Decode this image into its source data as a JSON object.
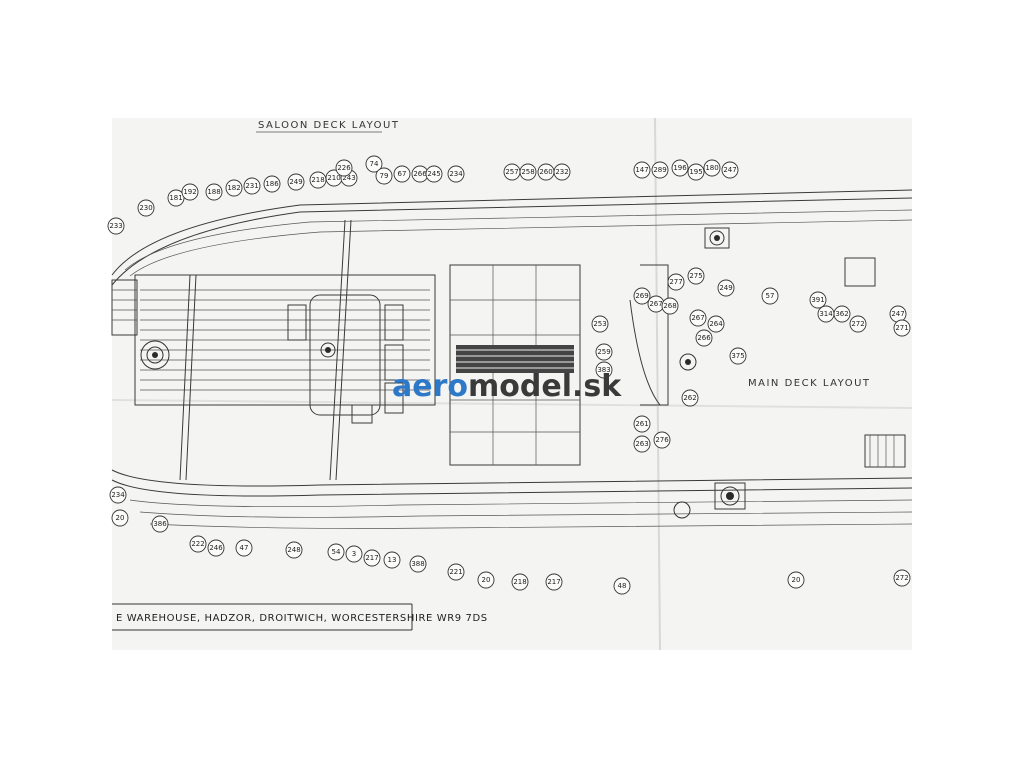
{
  "titles": {
    "saloon_deck": "SALOON DECK LAYOUT",
    "main_deck": "MAIN DECK LAYOUT"
  },
  "address": "E WAREHOUSE, HADZOR, DROITWICH, WORCESTERSHIRE WR9 7DS",
  "watermark": {
    "brand": "aero",
    "rest": "model.sk"
  },
  "colors": {
    "watermark_blue": "#2e78c8",
    "paper": "#f4f4f2",
    "ink": "#333333"
  },
  "callouts": [
    "230",
    "181",
    "192",
    "188",
    "182",
    "231",
    "186",
    "249",
    "218",
    "210",
    "74",
    "243",
    "79",
    "67",
    "266",
    "257",
    "258",
    "260",
    "233",
    "226",
    "234",
    "245",
    "232",
    "147",
    "196",
    "195",
    "180",
    "247",
    "289",
    "277",
    "275",
    "249",
    "57",
    "391",
    "269",
    "267",
    "268",
    "253",
    "259",
    "383",
    "267",
    "264",
    "266",
    "375",
    "262",
    "261",
    "263",
    "276",
    "314",
    "362",
    "272",
    "247",
    "271",
    "20",
    "386",
    "222",
    "246",
    "47",
    "248",
    "54",
    "3",
    "217",
    "13",
    "388",
    "221",
    "20",
    "218",
    "217",
    "48",
    "20",
    "272",
    "234"
  ]
}
